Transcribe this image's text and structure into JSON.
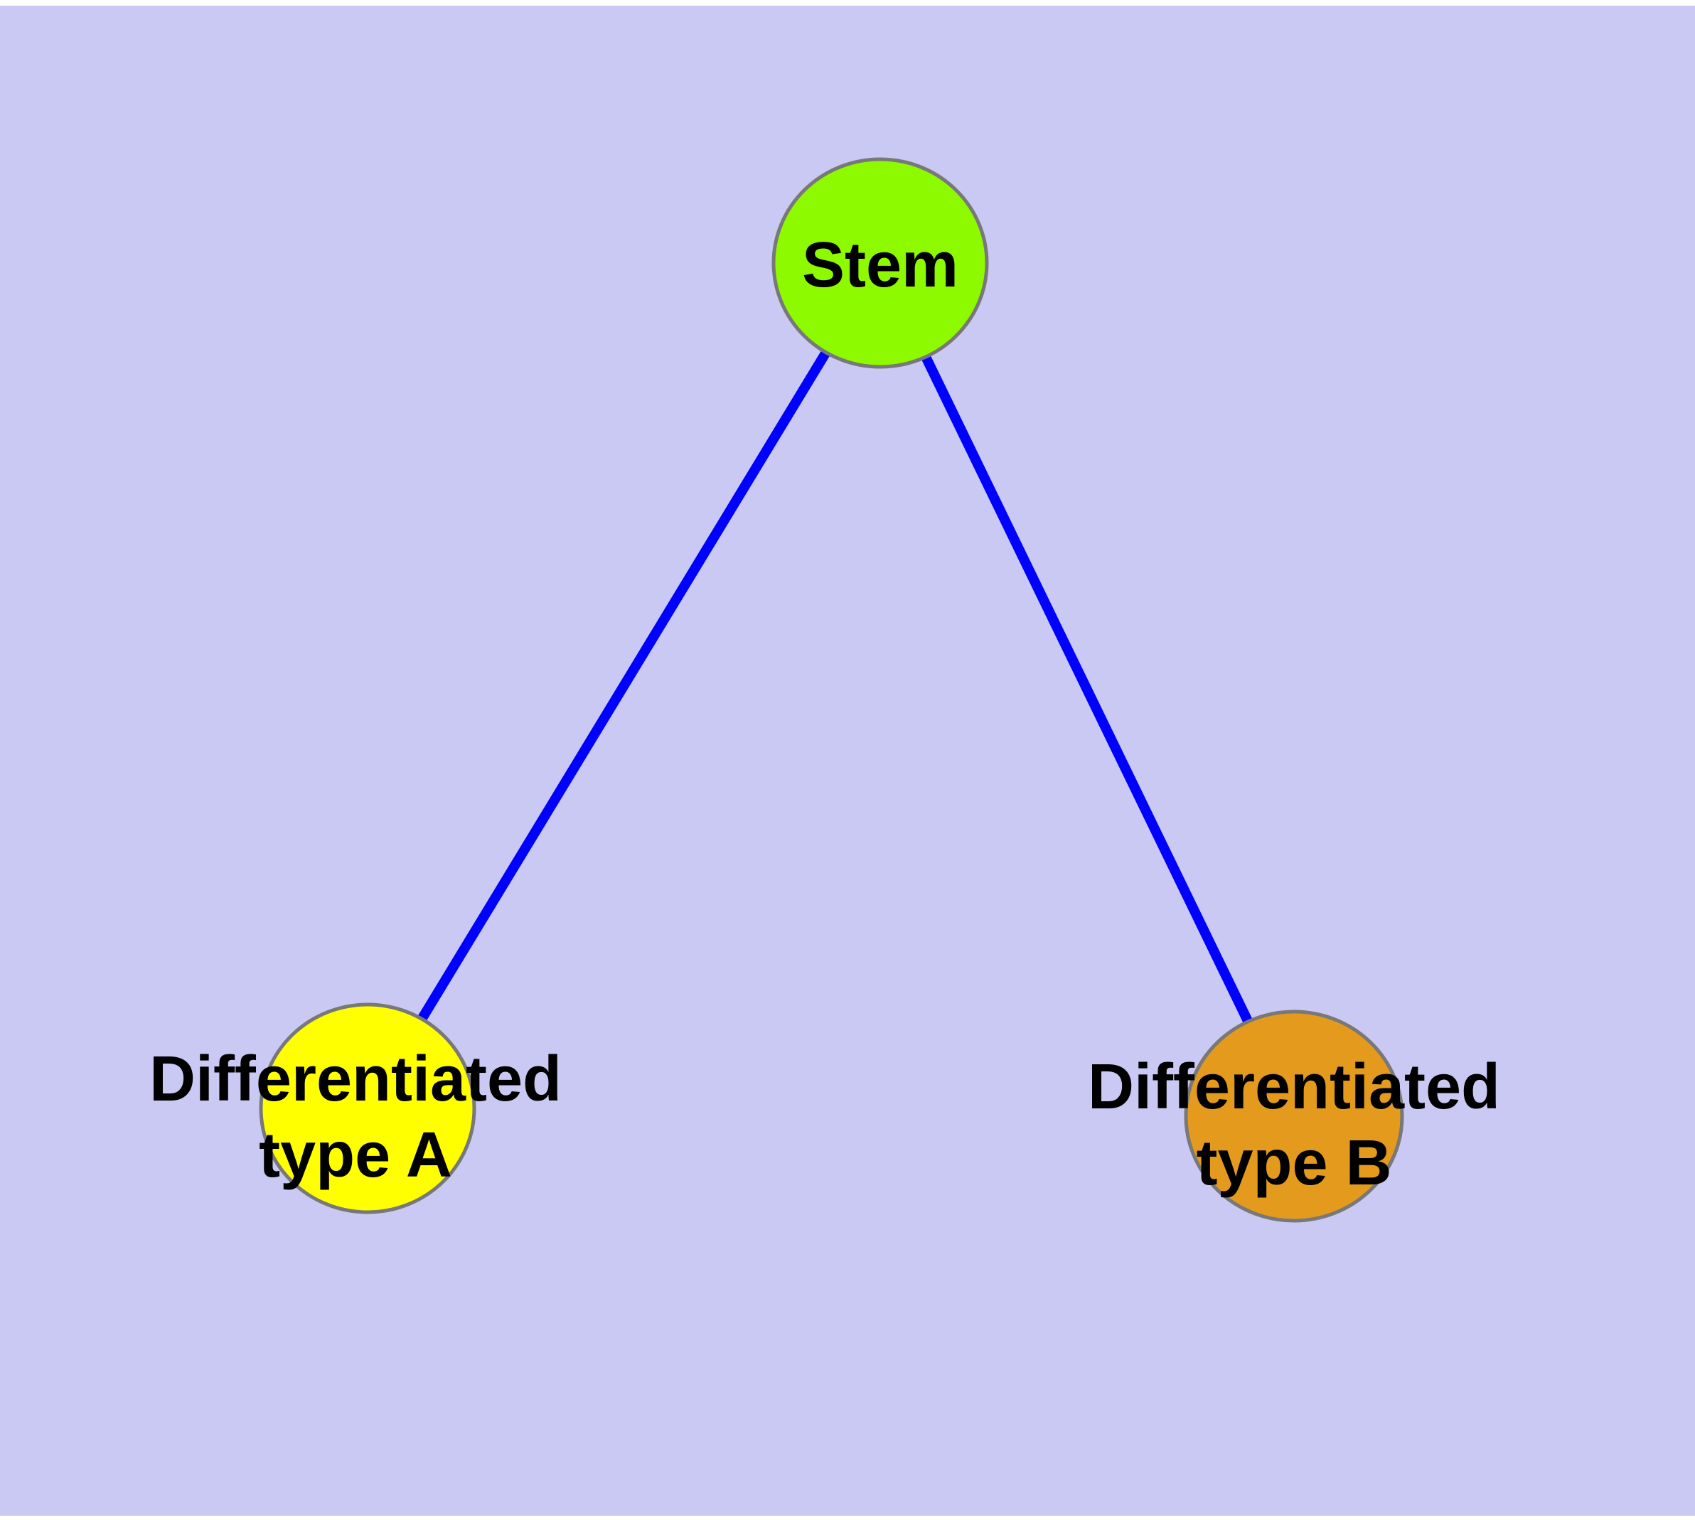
{
  "diagram": {
    "type": "graph",
    "description": "Stem cell differentiation tree: a Stem node connected by two edges to Differentiated type A and Differentiated type B nodes",
    "nodes": [
      {
        "id": "stem",
        "label_lines": [
          "Stem"
        ],
        "shape": "circle",
        "fill_key": "stem_fill"
      },
      {
        "id": "type-a",
        "label_lines": [
          "Differentiated",
          "type A"
        ],
        "shape": "circle",
        "fill_key": "type_a_fill"
      },
      {
        "id": "type-b",
        "label_lines": [
          "Differentiated",
          "type B"
        ],
        "shape": "circle",
        "fill_key": "type_b_fill"
      }
    ],
    "edges": [
      {
        "from": "stem",
        "to": "type-a"
      },
      {
        "from": "stem",
        "to": "type-b"
      }
    ]
  },
  "labels": {
    "stem": "Stem",
    "type_a_line1": "Differentiated",
    "type_a_line2": "type A",
    "type_b_line1": "Differentiated",
    "type_b_line2": "type B"
  },
  "colors": {
    "background": "#C9C9F4",
    "page_margin": "#FFFFFF",
    "edge": "#0000FF",
    "node_border": "#787878",
    "stem_fill": "#8DFA00",
    "type_a_fill": "#FFFF00",
    "type_b_fill": "#E49B1D",
    "label_text": "#000000"
  }
}
